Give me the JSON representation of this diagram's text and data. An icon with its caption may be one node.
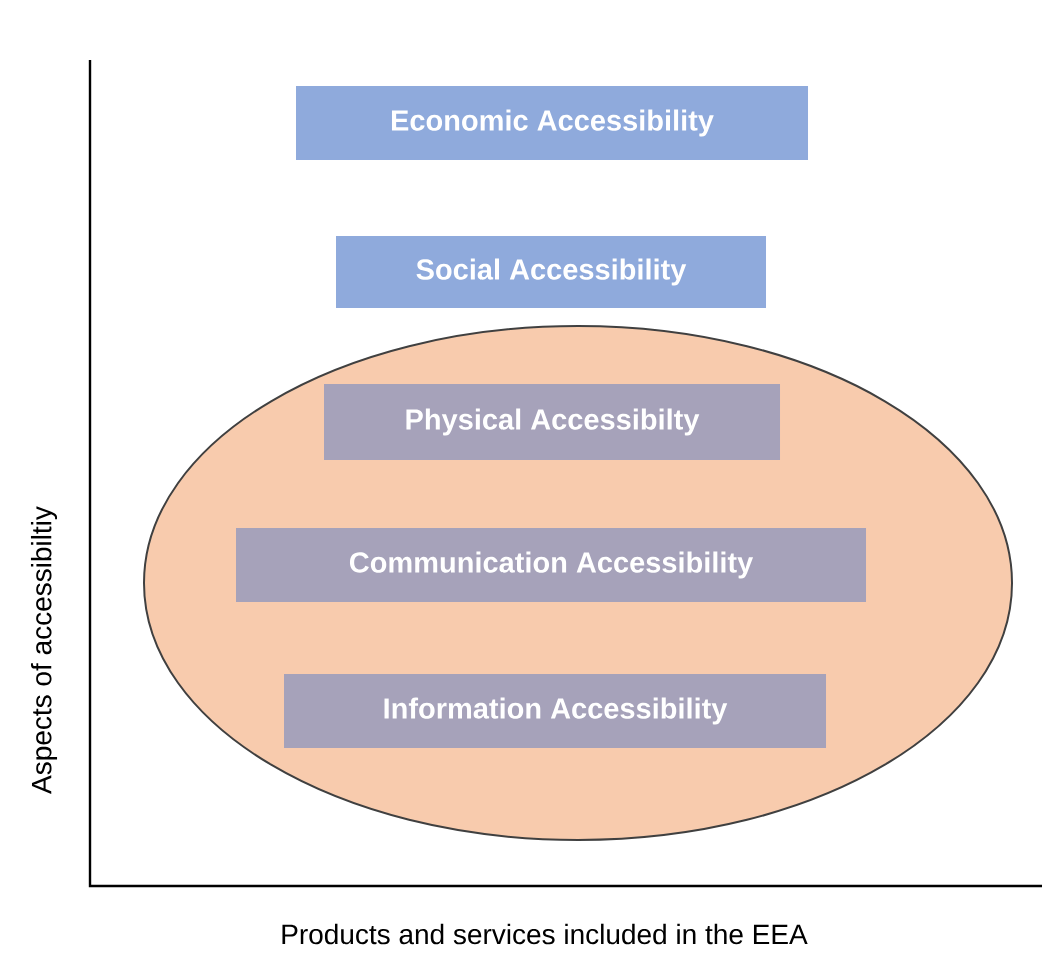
{
  "diagram": {
    "nodes": [
      {
        "text": [
          "Economic Accessibility"
        ]
      },
      {
        "text": [
          "Social Accessibility"
        ]
      },
      {
        "text": [],
        "shape": "ellipse"
      },
      {
        "text": [
          "Physical Accessibilty"
        ],
        "in": 2
      },
      {
        "text": [
          "Communication Accessibility"
        ],
        "in": 2
      },
      {
        "text": [
          "Information Accessibility"
        ],
        "in": 2
      }
    ],
    "labels": [
      "Aspects of accessibiltiy",
      "Products and services included in the EEA"
    ]
  }
}
